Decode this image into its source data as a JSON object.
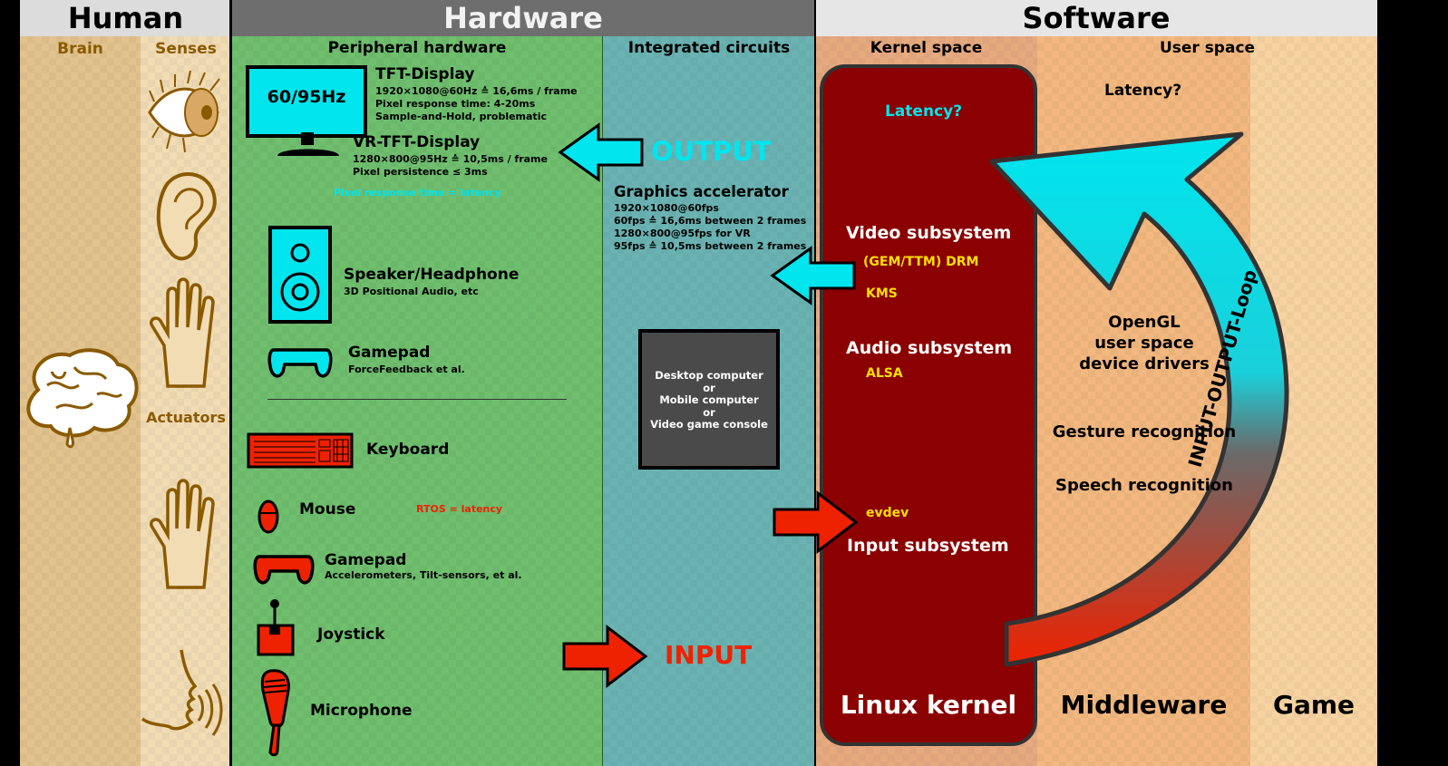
{
  "headers": {
    "human": "Human",
    "hardware": "Hardware",
    "software": "Software"
  },
  "columns": {
    "brain": "Brain",
    "senses": "Senses",
    "peripheral": "Peripheral hardware",
    "integrated": "Integrated circuits",
    "kernel_space": "Kernel space",
    "user_space": "User space"
  },
  "human": {
    "actuators": "Actuators"
  },
  "peripheral": {
    "monitor_rate": "60/95Hz",
    "tft_title": "TFT-Display",
    "tft_line1": "1920×1080@60Hz ≙ 16,6ms / frame",
    "tft_line2": "Pixel response time: 4-20ms",
    "tft_line3": "Sample-and-Hold, problematic",
    "vr_title": "VR-TFT-Display",
    "vr_line1": "1280×800@95Hz ≙ 10,5ms / frame",
    "vr_line2": "Pixel persistence ≤ 3ms",
    "pixel_note": "Pixel response time = latency",
    "speaker_title": "Speaker/Headphone",
    "speaker_desc": "3D Positional Audio, etc",
    "gamepad_out_title": "Gamepad",
    "gamepad_out_desc": "ForceFeedback et al.",
    "keyboard": "Keyboard",
    "mouse": "Mouse",
    "rtos_note": "RTOS = latency",
    "gamepad_in_title": "Gamepad",
    "gamepad_in_desc": "Accelerometers, Tilt-sensors, et al.",
    "joystick": "Joystick",
    "microphone": "Microphone"
  },
  "integrated": {
    "output": "OUTPUT",
    "input": "INPUT",
    "gpu_title": "Graphics accelerator",
    "gpu_line1": "1920×1080@60fps",
    "gpu_line2": "60fps ≙ 16,6ms between 2 frames",
    "gpu_line3": "1280×800@95fps for VR",
    "gpu_line4": "95fps ≙ 10,5ms between 2 frames",
    "computer_line1": "Desktop computer",
    "computer_line2": "or",
    "computer_line3": "Mobile computer",
    "computer_line4": "or",
    "computer_line5": "Video game console"
  },
  "kernel": {
    "latency": "Latency?",
    "video": "Video subsystem",
    "drm": "(GEM/TTM) DRM",
    "kms": "KMS",
    "audio": "Audio subsystem",
    "alsa": "ALSA",
    "evdev": "evdev",
    "input": "Input subsystem",
    "name": "Linux kernel"
  },
  "user": {
    "latency": "Latency?",
    "opengl1": "OpenGL",
    "opengl2": "user space",
    "opengl3": "device drivers",
    "gesture": "Gesture recognition",
    "speech": "Speech recognition",
    "loop": "INPUT-OUTPUT-Loop",
    "middleware": "Middleware",
    "game": "Game"
  },
  "colors": {
    "cyan": "#00e5ee",
    "red": "#ee2200",
    "kernel": "#8b0000",
    "yellow": "#ffe000",
    "hardware_green": "#6fbf6f",
    "ic_teal": "#6bb3b3",
    "human_tan": "#e2c38e"
  }
}
